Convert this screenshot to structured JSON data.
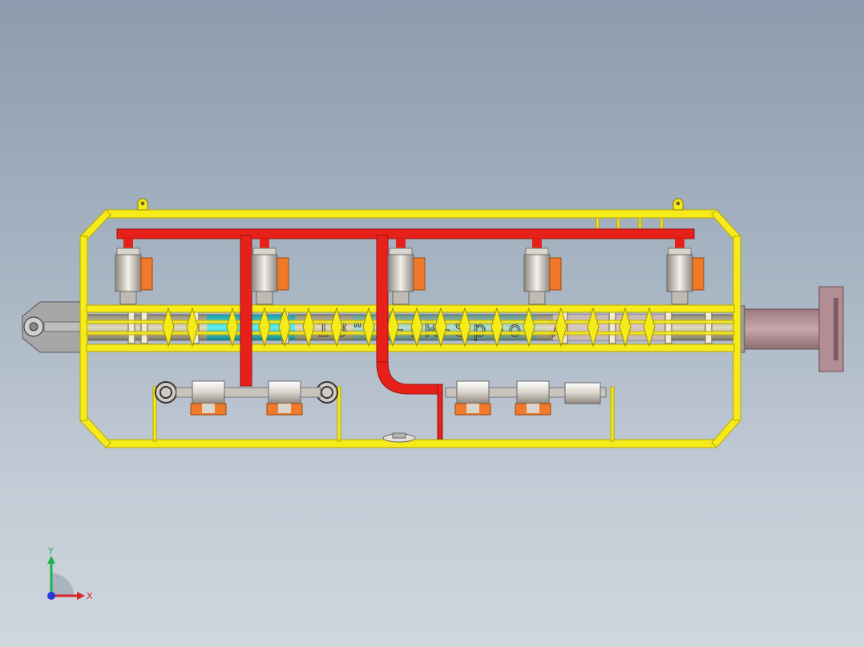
{
  "model": {
    "spool_label": "13\"-V-TR-Spool 7",
    "colors": {
      "frame": "#f5ea1a",
      "frame_edge": "#b8a800",
      "red_pipe": "#e8201a",
      "valve_body": "#e6e2dc",
      "valve_flange": "#f07a2a",
      "cyan_pipe": "#2fd0d6",
      "pipe_extension": "#b58f95",
      "background_top": "#8c9cae",
      "background_bottom": "#cfd6de"
    }
  },
  "triad": {
    "x_label": "X",
    "y_label": "Y",
    "x_color": "#d8242a",
    "y_color": "#22b24c",
    "z_color": "#2a3ad8"
  }
}
